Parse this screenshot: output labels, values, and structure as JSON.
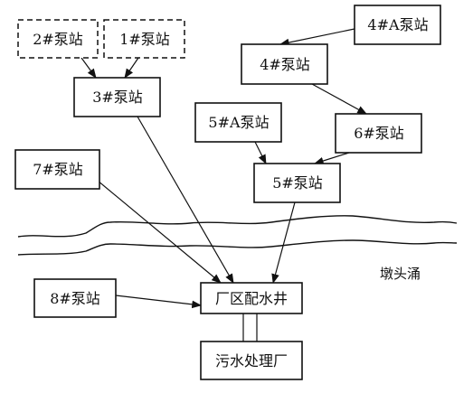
{
  "nodes": {
    "ps2": {
      "label": "2#泵站",
      "planned": true
    },
    "ps1": {
      "label": "1#泵站",
      "planned": true
    },
    "ps3": {
      "label": "3#泵站"
    },
    "ps4a": {
      "label": "4#A泵站"
    },
    "ps4": {
      "label": "4#泵站"
    },
    "ps5a": {
      "label": "5#A泵站"
    },
    "ps6": {
      "label": "6#泵站"
    },
    "ps5": {
      "label": "5#泵站"
    },
    "ps7": {
      "label": "7#泵站"
    },
    "ps8": {
      "label": "8#泵站"
    },
    "well": {
      "label": "厂区配水井"
    },
    "plant": {
      "label": "污水处理厂"
    }
  },
  "river": {
    "label": "墩头涌"
  },
  "edges": [
    {
      "from": "ps2",
      "to": "ps3"
    },
    {
      "from": "ps1",
      "to": "ps3"
    },
    {
      "from": "ps4a",
      "to": "ps4"
    },
    {
      "from": "ps4",
      "to": "ps6"
    },
    {
      "from": "ps6",
      "to": "ps5"
    },
    {
      "from": "ps5a",
      "to": "ps5"
    },
    {
      "from": "ps3",
      "to": "well"
    },
    {
      "from": "ps7",
      "to": "well"
    },
    {
      "from": "ps5",
      "to": "well"
    },
    {
      "from": "ps8",
      "to": "well"
    }
  ],
  "colors": {
    "ink": "#111111",
    "background": "#ffffff"
  }
}
